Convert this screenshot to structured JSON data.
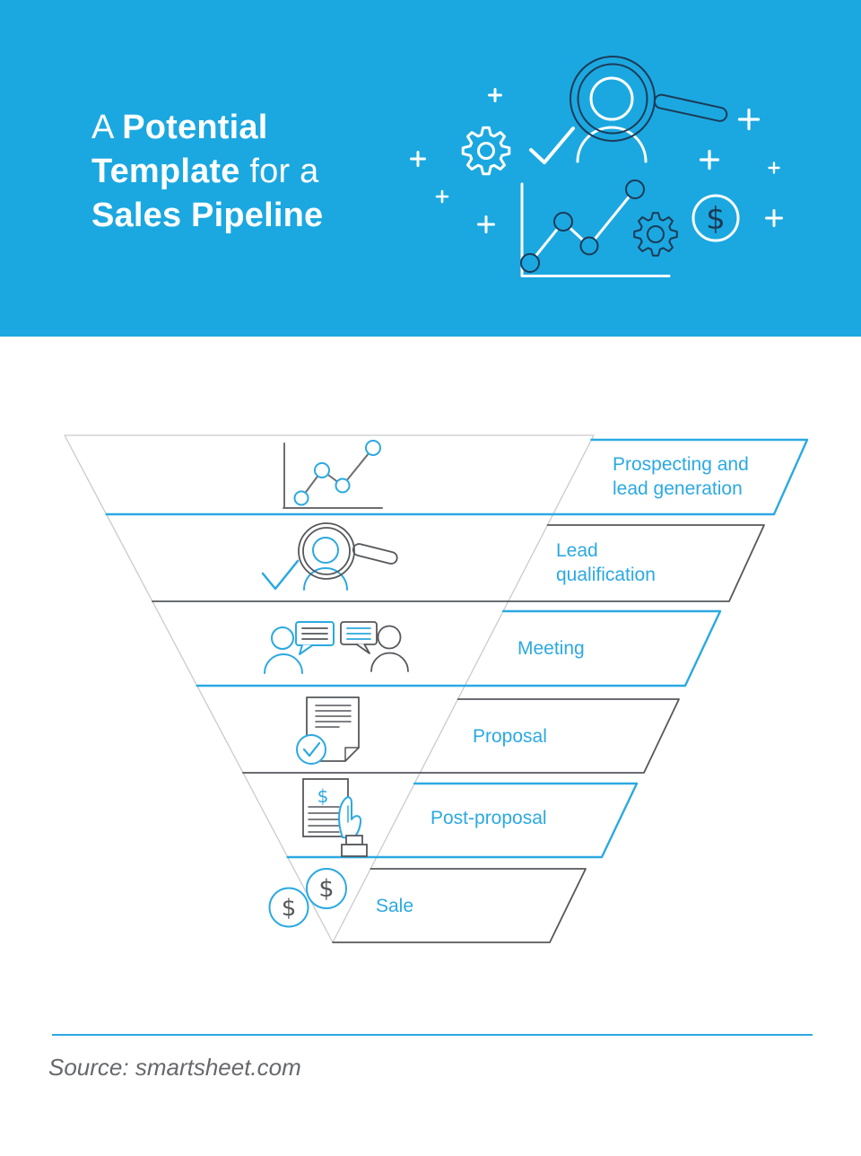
{
  "colors": {
    "header_bg": "#1BA8E0",
    "accent_blue": "#2BA9E1",
    "navy": "#1C3A57",
    "dark_gray": "#55575B",
    "icon_gray": "#6D6E71",
    "funnel_outline": "#C9CBCD",
    "source_text": "#66686C",
    "title_text": "#FFFFFF",
    "page_bg": "#FFFFFF"
  },
  "header": {
    "title": {
      "l1_light": "A",
      "l1_bold": "Potential",
      "l2_bold": "Template",
      "l2_light": "for a",
      "l3_bold": "Sales Pipeline"
    }
  },
  "funnel": {
    "stages": [
      {
        "label": "Prospecting and lead generation",
        "accent": "blue",
        "icon": "line-chart"
      },
      {
        "label": "Lead qualification",
        "accent": "dark",
        "icon": "magnifier-person"
      },
      {
        "label": "Meeting",
        "accent": "blue",
        "icon": "conversation-people"
      },
      {
        "label": "Proposal",
        "accent": "dark",
        "icon": "document-check"
      },
      {
        "label": "Post-proposal",
        "accent": "blue",
        "icon": "invoice-hand"
      },
      {
        "label": "Sale",
        "accent": "dark",
        "icon": "dollar-coins"
      }
    ]
  },
  "source": {
    "label": "Source: smartsheet.com"
  }
}
